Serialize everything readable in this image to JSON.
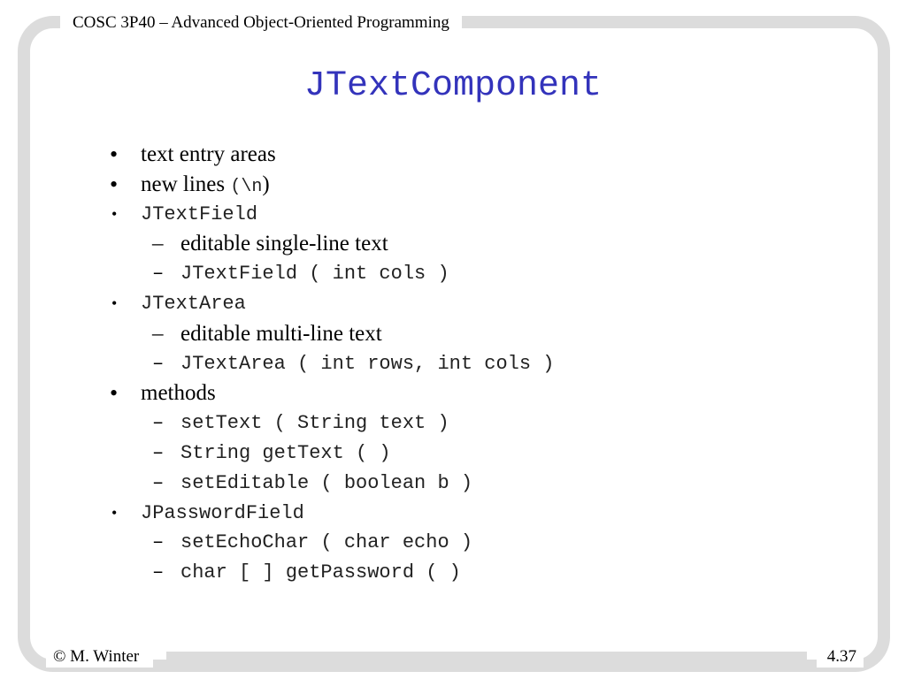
{
  "header": {
    "course": "COSC 3P40 – Advanced Object-Oriented Programming"
  },
  "slide": {
    "title": "JTextComponent"
  },
  "items": [
    {
      "text": "text entry areas"
    },
    {
      "text": "new lines ",
      "code": "(\\n",
      "tail": ")"
    },
    {
      "text": "JTextField"
    },
    {
      "text": "editable single-line text"
    },
    {
      "text": "JTextField ( int cols )"
    },
    {
      "text": "JTextArea"
    },
    {
      "text": "editable multi-line text"
    },
    {
      "text": "JTextArea ( int rows, int cols )"
    },
    {
      "text": "methods"
    },
    {
      "text": "setText ( String text )"
    },
    {
      "text": "String getText ( )"
    },
    {
      "text": "setEditable ( boolean b )"
    },
    {
      "text": "JPasswordField"
    },
    {
      "text": "setEchoChar ( char echo )"
    },
    {
      "text": "char [ ] getPassword ( )"
    }
  ],
  "markers": {
    "bullet": "•",
    "dash": "–"
  },
  "footer": {
    "author": "© M. Winter",
    "page": "4.37"
  }
}
